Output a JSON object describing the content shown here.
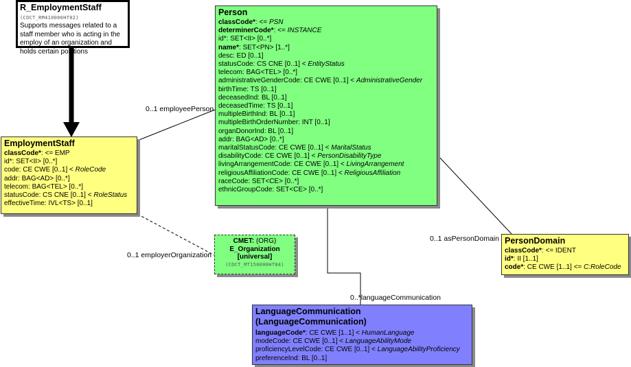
{
  "entry": {
    "title": "R_EmploymentStaff",
    "id": "(COCT_RM410000HT02)",
    "description": "Supports messages related to a staff member who is acting in the employ of an organization and holds certain positions"
  },
  "person": {
    "title": "Person",
    "attributes": [
      {
        "bold": "classCode*",
        "text": ": <= ",
        "italic": "PSN"
      },
      {
        "bold": "determinerCode*",
        "text": ": <= ",
        "italic": "INSTANCE"
      },
      {
        "bold": "",
        "text": "id*: SET<II> [0..*]",
        "italic": ""
      },
      {
        "bold": "name*",
        "text": ": SET<PN> [1..*]",
        "italic": ""
      },
      {
        "bold": "",
        "text": "desc: ED [0..1]",
        "italic": ""
      },
      {
        "bold": "",
        "text": "statusCode: CS CNE [0..1] < ",
        "italic": "EntityStatus"
      },
      {
        "bold": "",
        "text": "telecom: BAG<TEL> [0..*]",
        "italic": ""
      },
      {
        "bold": "",
        "text": "administrativeGenderCode: CE CWE [0..1] < ",
        "italic": "AdministrativeGender"
      },
      {
        "bold": "",
        "text": "birthTime: TS [0..1]",
        "italic": ""
      },
      {
        "bold": "",
        "text": "deceasedInd: BL [0..1]",
        "italic": ""
      },
      {
        "bold": "",
        "text": "deceasedTime: TS [0..1]",
        "italic": ""
      },
      {
        "bold": "",
        "text": "multipleBirthInd: BL [0..1]",
        "italic": ""
      },
      {
        "bold": "",
        "text": "multipleBirthOrderNumber: INT [0..1]",
        "italic": ""
      },
      {
        "bold": "",
        "text": "organDonorInd: BL [0..1]",
        "italic": ""
      },
      {
        "bold": "",
        "text": "addr: BAG<AD> [0..*]",
        "italic": ""
      },
      {
        "bold": "",
        "text": "maritalStatusCode: CE CWE [0..1] < ",
        "italic": "MaritalStatus"
      },
      {
        "bold": "",
        "text": "disabilityCode: CE CWE [0..1] < ",
        "italic": "PersonDisabilityType"
      },
      {
        "bold": "",
        "text": "livingArrangementCode: CE CWE [0..1] < ",
        "italic": "LivingArrangement"
      },
      {
        "bold": "",
        "text": "religiousAffiliationCode: CE CWE [0..1] < ",
        "italic": "ReligiousAffiliation"
      },
      {
        "bold": "",
        "text": "raceCode: SET<CE> [0..*]",
        "italic": ""
      },
      {
        "bold": "",
        "text": "ethnicGroupCode: SET<CE> [0..*]",
        "italic": ""
      }
    ]
  },
  "employment_staff": {
    "title": "EmploymentStaff",
    "attributes": [
      {
        "bold": "classCode*",
        "text": ": <= EMP",
        "italic": ""
      },
      {
        "bold": "",
        "text": "id*: SET<II> [0..*]",
        "italic": ""
      },
      {
        "bold": "",
        "text": "code: CE CWE [0..1] < ",
        "italic": "RoleCode"
      },
      {
        "bold": "",
        "text": "addr: BAG<AD> [0..*]",
        "italic": ""
      },
      {
        "bold": "",
        "text": "telecom: BAG<TEL> [0..*]",
        "italic": ""
      },
      {
        "bold": "",
        "text": "statusCode: CS CNE [0..1] < ",
        "italic": "RoleStatus"
      },
      {
        "bold": "",
        "text": "effectiveTime: IVL<TS> [0..1]",
        "italic": ""
      }
    ]
  },
  "organization": {
    "cmet": "CMET:",
    "cmet_suffix": " (ORG)",
    "name": "E_Organization",
    "variant": "[universal]",
    "id": "(COCT_MT150000HT04)"
  },
  "person_domain": {
    "title": "PersonDomain",
    "attributes": [
      {
        "bold": "classCode*",
        "text": ": <= IDENT",
        "italic": ""
      },
      {
        "bold": "id*",
        "text": ": II [1..1]",
        "italic": ""
      },
      {
        "bold": "code*",
        "text": ": CE CWE [1..1] <= ",
        "italic": "C:RoleCode"
      }
    ]
  },
  "language": {
    "title_line1": "LanguageCommunication",
    "title_line2": "(LanguageCommunication)",
    "attributes": [
      {
        "bold": "languageCode*",
        "text": ": CE CWE [1..1] < ",
        "italic": "HumanLanguage"
      },
      {
        "bold": "",
        "text": "modeCode: CE CWE [0..1] < ",
        "italic": "LanguageAbilityMode"
      },
      {
        "bold": "",
        "text": "proficiencyLevelCode: CE CWE [0..1] < ",
        "italic": "LanguageAbilityProficiency"
      },
      {
        "bold": "",
        "text": "preferenceInd: BL [0..1]",
        "italic": ""
      }
    ]
  },
  "labels": {
    "employee_person": "0..1 employeePerson",
    "employer_organization": "0..1 employerOrganization",
    "as_person_domain": "0..1 asPersonDomain",
    "language_communication": "0..*languageCommunication"
  },
  "colors": {
    "entity": "#80ff80",
    "role": "#ffff80",
    "act_relationship": "#8080ff"
  }
}
